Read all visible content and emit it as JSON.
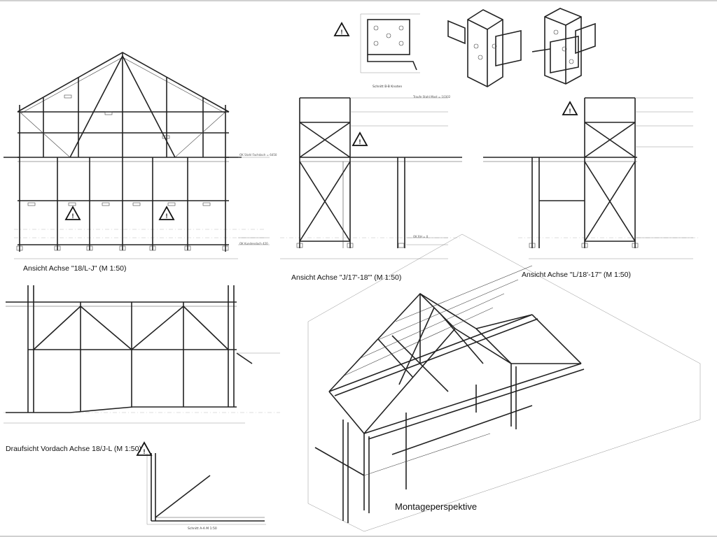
{
  "captions": {
    "view1": "Ansicht Achse \"18/L-J\" (M 1:50)",
    "view2": "Ansicht Achse \"J/17'-18'\" (M 1:50)",
    "view3": "Ansicht Achse \"L/18'-17\" (M 1:50)",
    "view4": "Draufsicht Vordach Achse 18/J-L (M 1:50)",
    "view5": "Montageperspektive",
    "detail_bracket": "Schnitt B-B Knoten",
    "section_aa": "Schnitt A-A M 1:50"
  },
  "annotations": {
    "ok_stahl_fachdach": "OK Stahl Fachdach = 6450",
    "ok_kundendach": "OK Kundendach 420",
    "traufe": "Traufe Stahl Mast = 10302",
    "ok_rh": "OK RH = 0"
  },
  "symbols": {
    "warning_triangle": "warning-triangle-icon",
    "warning_mark": "!"
  },
  "colors": {
    "ink": "#222222",
    "paper": "#ffffff"
  }
}
